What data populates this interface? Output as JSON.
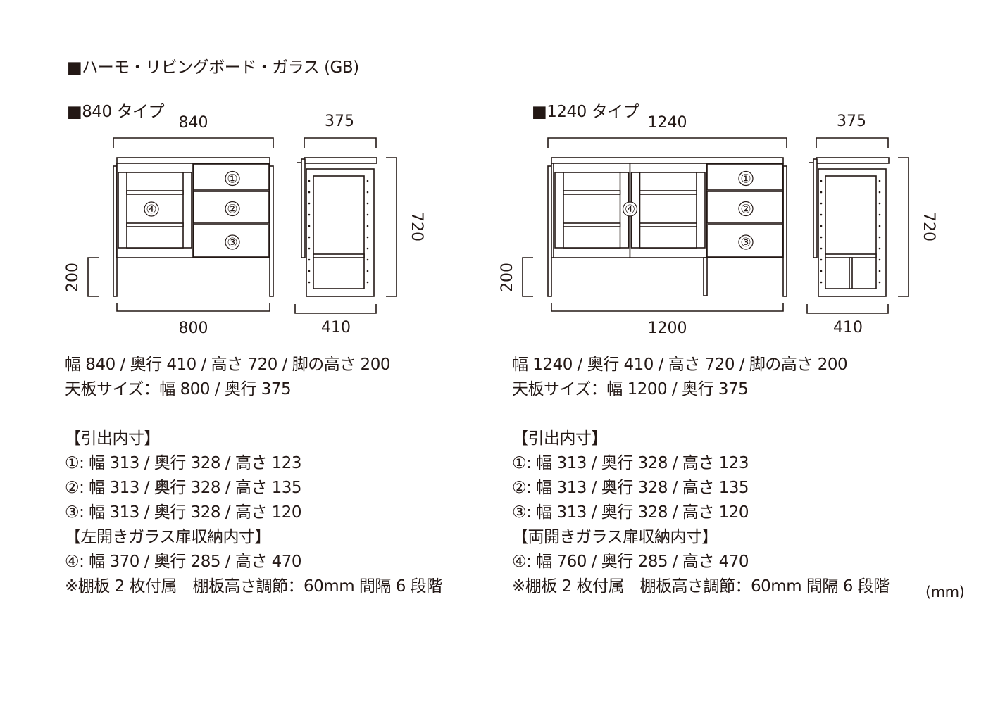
{
  "title": "■ハーモ・リビングボード・ガラス (GB)",
  "unit": "(mm)",
  "types": [
    {
      "heading": "■840 タイプ",
      "dims": {
        "width": "840",
        "top_depth": "375",
        "top_width": "800",
        "depth": "410",
        "height": "720",
        "leg": "200"
      },
      "markers": [
        "①",
        "②",
        "③",
        "④"
      ],
      "spec": [
        "幅 840 / 奥行 410 / 高さ 720 / 脚の高さ 200",
        "天板サイズ：幅 800 / 奥行 375",
        "",
        "【引出内寸】",
        "①: 幅 313 / 奥行 328 / 高さ 123",
        "②: 幅 313 / 奥行 328 / 高さ 135",
        "③: 幅 313 / 奥行 328 / 高さ 120",
        "【左開きガラス扉収納内寸】",
        "④: 幅 370 / 奥行 285 / 高さ 470",
        "※棚板 2 枚付属　棚板高さ調節：60mm 間隔 6 段階"
      ]
    },
    {
      "heading": "■1240 タイプ",
      "dims": {
        "width": "1240",
        "top_depth": "375",
        "top_width": "1200",
        "depth": "410",
        "height": "720",
        "leg": "200"
      },
      "markers": [
        "①",
        "②",
        "③",
        "④"
      ],
      "spec": [
        "幅 1240 / 奥行 410 / 高さ 720 / 脚の高さ 200",
        "天板サイズ：幅 1200 / 奥行 375",
        "",
        "【引出内寸】",
        "①: 幅 313 / 奥行 328 / 高さ 123",
        "②: 幅 313 / 奥行 328 / 高さ 135",
        "③: 幅 313 / 奥行 328 / 高さ 120",
        "【両開きガラス扉収納内寸】",
        "④: 幅 760 / 奥行 285 / 高さ 470",
        "※棚板 2 枚付属　棚板高さ調節：60mm 間隔 6 段階"
      ]
    }
  ]
}
